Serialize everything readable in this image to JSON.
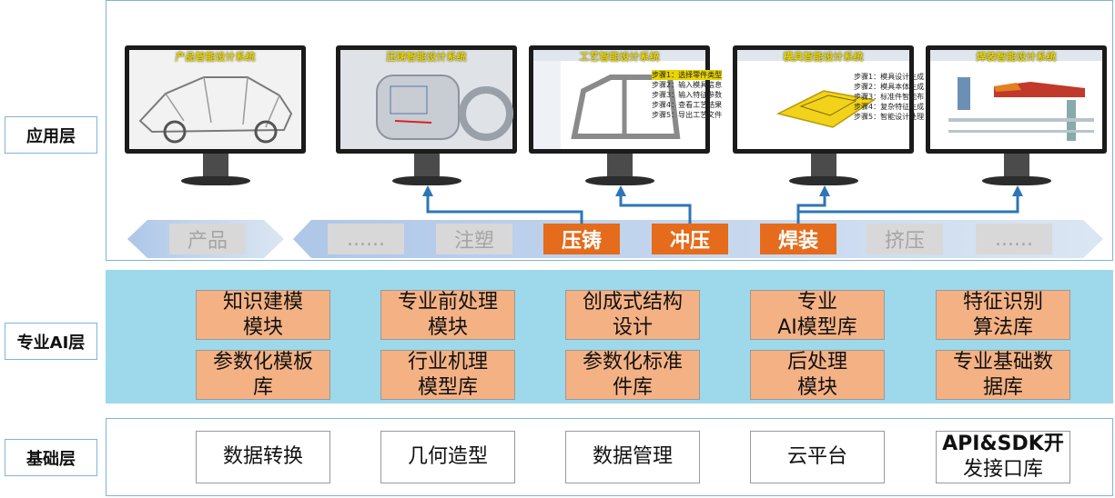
{
  "layers": {
    "application": "应用层",
    "ai": "专业AI层",
    "foundation": "基础层"
  },
  "monitors": [
    {
      "title": "产品智能设计系统"
    },
    {
      "title": "压铸智能设计系统"
    },
    {
      "title": "工艺智能设计系统",
      "steps": [
        "步骤1：选择零件类型",
        "步骤2：输入模具信息",
        "步骤3：输入特征参数",
        "步骤4：查看工艺结果",
        "步骤5：导出工艺文件"
      ]
    },
    {
      "title": "模具智能设计系统",
      "steps": [
        "步骤1：模具设计生成",
        "步骤2：模具本体生成",
        "步骤3：标准件智能布",
        "步骤4：复杂特征生成",
        "步骤5：智能设计处理"
      ]
    },
    {
      "title": "焊装智能设计系统"
    }
  ],
  "process_left": "产品",
  "processes": [
    {
      "label": "......",
      "highlight": false
    },
    {
      "label": "注塑",
      "highlight": false
    },
    {
      "label": "压铸",
      "highlight": true
    },
    {
      "label": "冲压",
      "highlight": true
    },
    {
      "label": "焊装",
      "highlight": true
    },
    {
      "label": "挤压",
      "highlight": false
    },
    {
      "label": "......",
      "highlight": false
    }
  ],
  "ai_modules": [
    {
      "line1": "知识建模",
      "line2": "模块"
    },
    {
      "line1": "专业前处理",
      "line2": "模块"
    },
    {
      "line1": "创成式结构",
      "line2": "设计"
    },
    {
      "line1": "专业",
      "line2": "AI模型库"
    },
    {
      "line1": "特征识别",
      "line2": "算法库"
    },
    {
      "line1": "参数化模板",
      "line2": "库"
    },
    {
      "line1": "行业机理",
      "line2": "模型库"
    },
    {
      "line1": "参数化标准",
      "line2": "件库"
    },
    {
      "line1": "后处理",
      "line2": "模块"
    },
    {
      "line1": "专业基础数",
      "line2": "据库"
    }
  ],
  "foundation_modules": [
    {
      "line1": "数据转换"
    },
    {
      "line1": "几何造型"
    },
    {
      "line1": "数据管理"
    },
    {
      "line1": "云平台"
    },
    {
      "line1": "API&SDK开",
      "line2": "发接口库"
    }
  ],
  "colors": {
    "accent_orange": "#e46c1c",
    "ai_box": "#f4b184",
    "ai_panel": "#9dd9ea",
    "arrow_blue": "#2e75b6"
  }
}
